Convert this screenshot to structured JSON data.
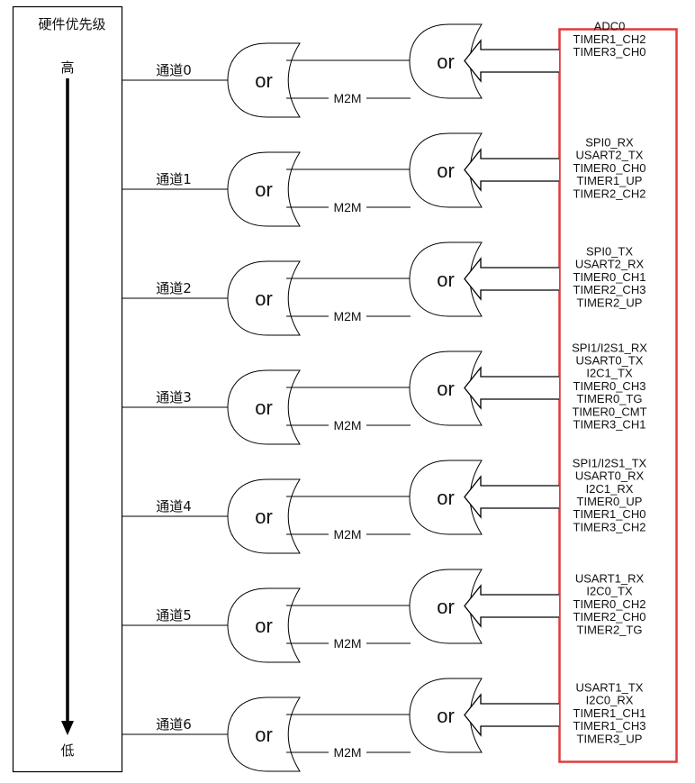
{
  "priority_box": {
    "title": "硬件优先级",
    "high": "高",
    "low": "低"
  },
  "gate_label": "or",
  "m2m_label": "M2M",
  "source_box_color": "#e03c3c",
  "channels": [
    {
      "label": "通道0",
      "sources": [
        "ADC0",
        "TIMER1_CH2",
        "TIMER3_CH0"
      ]
    },
    {
      "label": "通道1",
      "sources": [
        "SPI0_RX",
        "USART2_TX",
        "TIMER0_CH0",
        "TIMER1_UP",
        "TIMER2_CH2"
      ]
    },
    {
      "label": "通道2",
      "sources": [
        "SPI0_TX",
        "USART2_RX",
        "TIMER0_CH1",
        "TIMER2_CH3",
        "TIMER2_UP"
      ]
    },
    {
      "label": "通道3",
      "sources": [
        "SPI1/I2S1_RX",
        "USART0_TX",
        "I2C1_TX",
        "TIMER0_CH3",
        "TIMER0_TG",
        "TIMER0_CMT",
        "TIMER3_CH1"
      ]
    },
    {
      "label": "通道4",
      "sources": [
        "SPI1/I2S1_TX",
        "USART0_RX",
        "I2C1_RX",
        "TIMER0_UP",
        "TIMER1_CH0",
        "TIMER3_CH2"
      ]
    },
    {
      "label": "通道5",
      "sources": [
        "USART1_RX",
        "I2C0_TX",
        "TIMER0_CH2",
        "TIMER2_CH0",
        "TIMER2_TG"
      ]
    },
    {
      "label": "通道6",
      "sources": [
        "USART1_TX",
        "I2C0_RX",
        "TIMER1_CH1",
        "TIMER1_CH3",
        "TIMER3_UP"
      ]
    }
  ]
}
